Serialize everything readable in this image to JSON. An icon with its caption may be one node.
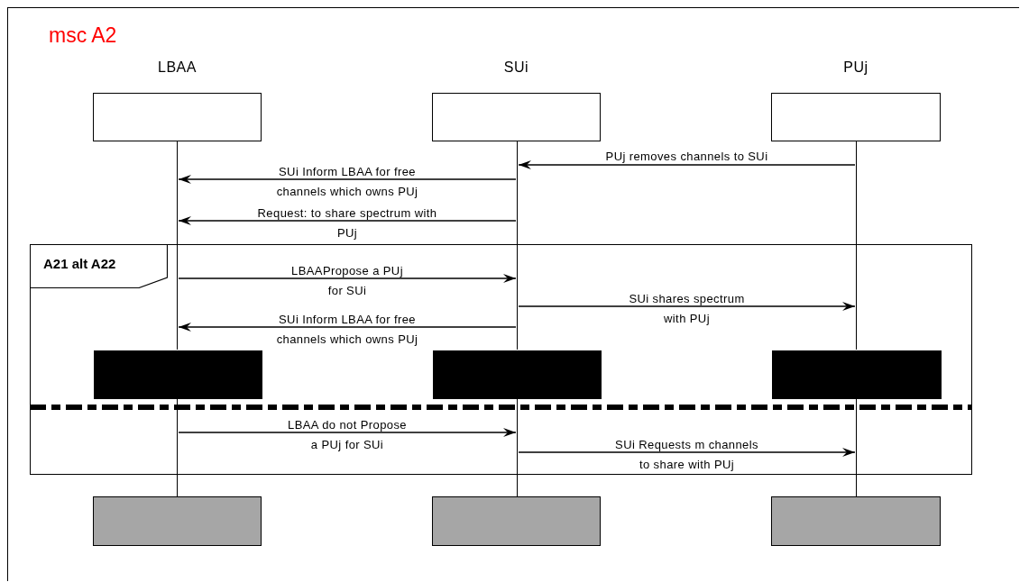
{
  "diagram": {
    "title": "msc A2",
    "nodes": [
      {
        "text": [
          "LBAA"
        ]
      },
      {
        "text": [
          "SUi"
        ]
      },
      {
        "text": [
          "PUj"
        ]
      },
      {
        "text": [
          "A21 alt A22"
        ]
      },
      {
        "text": [],
        "shape": "box",
        "in": 3
      },
      {
        "text": [],
        "shape": "box",
        "in": 3
      },
      {
        "text": [],
        "shape": "box",
        "in": 3
      },
      {
        "text": [],
        "shape": "box"
      },
      {
        "text": [],
        "shape": "box"
      },
      {
        "text": [],
        "shape": "box"
      },
      {
        "text": [],
        "shape": "bar"
      },
      {
        "text": [],
        "shape": "bar"
      },
      {
        "text": [],
        "shape": "bar"
      },
      {
        "text": [],
        "shape": "bar"
      },
      {
        "text": [],
        "shape": "bar"
      },
      {
        "text": [],
        "shape": "bar"
      }
    ],
    "edges": [
      {
        "from": 12,
        "to": 11,
        "arrow": "to",
        "label": "PUj removes channels to SUi"
      },
      {
        "from": 11,
        "to": 10,
        "arrow": "to",
        "label": "SUi Inform LBAA for free channels which owns PUj"
      },
      {
        "from": 11,
        "to": 10,
        "arrow": "to",
        "label": "Request: to share spectrum with PUj"
      },
      {
        "from": 10,
        "to": 11,
        "arrow": "to",
        "label": "LBAAPropose a PUj for SUi"
      },
      {
        "from": 11,
        "to": 12,
        "arrow": "to",
        "label": "SUi shares spectrum with PUj"
      },
      {
        "from": 11,
        "to": 10,
        "arrow": "to",
        "label": "SUi Inform LBAA for free channels which owns PUj"
      },
      {
        "from": 13,
        "to": 14,
        "arrow": "to",
        "label": "LBAA do not Propose a PUj for SUi"
      },
      {
        "from": 14,
        "to": 15,
        "arrow": "to",
        "label": "SUi Requests m channels to share with PUj"
      }
    ]
  }
}
